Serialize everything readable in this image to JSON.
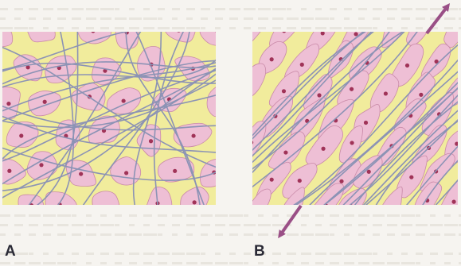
{
  "panels": [
    {
      "id": "A",
      "label": "A",
      "state": "relaxed"
    },
    {
      "id": "B",
      "label": "B",
      "state": "stretched"
    }
  ],
  "colors": {
    "background": "#f6f4f0",
    "matrix": "#f1ec9c",
    "cell": "#eebfd5",
    "cell_outline": "#c98aa8",
    "nucleus": "#a03358",
    "fiber": "#8c93b5",
    "arrow": "#9a4f86",
    "bleed_text": "#ddd8cf"
  },
  "icons": {
    "stretch_arrow": "double-arrow-icon"
  }
}
